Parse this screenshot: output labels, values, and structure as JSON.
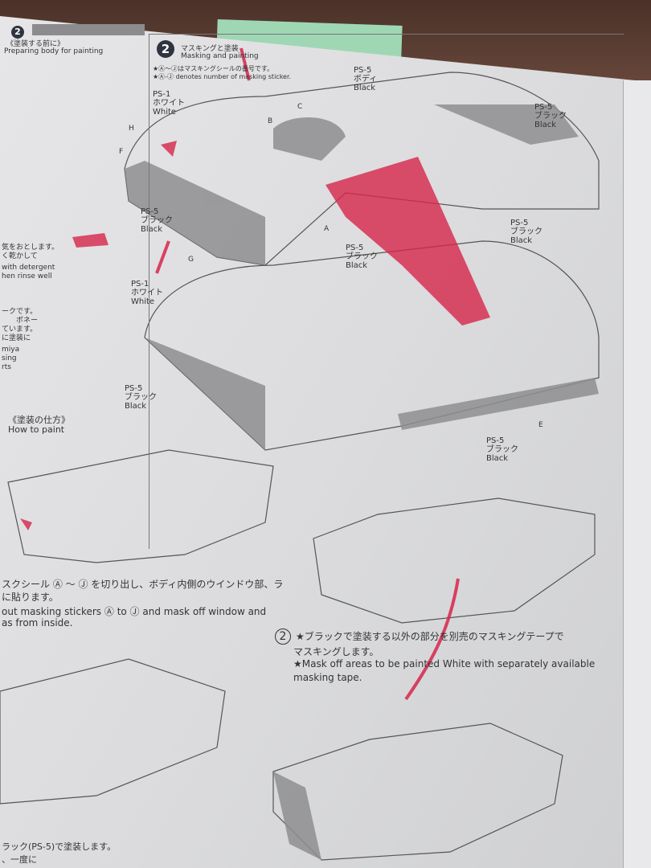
{
  "left_column": {
    "step_badge": "2",
    "prep_jp": "《塗装する前に》",
    "prep_en": "Preparing body for painting",
    "wash_jp_1": "気をおとします。",
    "wash_jp_2": "く乾かして",
    "wash_en_1": "with detergent",
    "wash_en_2": "hen rinse well",
    "note_frag": [
      "ークです。",
      "ボネー",
      "ています。",
      "に塗装に",
      "miya",
      "sing",
      "rts"
    ],
    "how_jp": "《塗装の仕方》",
    "how_en": "How to paint",
    "step1_jp_1": "スクシール Ⓐ 〜 Ⓙ を切り出し、ボディ内側のウインドウ部、ラ",
    "step1_jp_2": "に貼ります。",
    "step1_en_1": "out masking stickers Ⓐ to Ⓙ and mask off window and",
    "step1_en_2": "as from inside.",
    "bottom_jp_1": "ラック(PS-5)で塗装します。",
    "bottom_jp_2": "、一度に"
  },
  "main_section": {
    "step_badge": "2",
    "title_jp": "マスキングと塗装",
    "title_en": "Masking and painting",
    "note_jp": "★Ⓐ〜Ⓙはマスキングシールの番号です。",
    "note_en": "★Ⓐ-Ⓙ denotes number of masking sticker.",
    "callouts": [
      {
        "code": "PS-1",
        "jp": "ホワイト",
        "en": "White"
      },
      {
        "code": "PS-5",
        "jp": "ボディ",
        "en": "Black"
      },
      {
        "code": "PS-5",
        "jp": "ブラック",
        "en": "Black"
      },
      {
        "code": "PS-5",
        "jp": "ブラック",
        "en": "Black"
      },
      {
        "code": "PS-5",
        "jp": "ブラック",
        "en": "Black"
      },
      {
        "code": "PS-5",
        "jp": "ブラック",
        "en": "Black"
      },
      {
        "code": "PS-1",
        "jp": "ホワイト",
        "en": "White"
      },
      {
        "code": "PS-5",
        "jp": "ブラック",
        "en": "Black"
      },
      {
        "code": "PS-5",
        "jp": "ブラック",
        "en": "Black"
      }
    ],
    "sticker_letters": [
      "H",
      "F",
      "G",
      "C",
      "B",
      "A",
      "E"
    ],
    "step2_number": "2",
    "step2_jp_1": "★ブラックで塗装する以外の部分を別売のマスキングテープで",
    "step2_jp_2": "マスキングします。",
    "step2_en_1": "★Mask off areas to be painted White with separately available",
    "step2_en_2": "masking tape."
  },
  "colors": {
    "paper": "#dedee0",
    "ink": "#333333",
    "shade": "#8c8c8e",
    "red_paint": "#d6264a",
    "badge": "#2e3440"
  }
}
